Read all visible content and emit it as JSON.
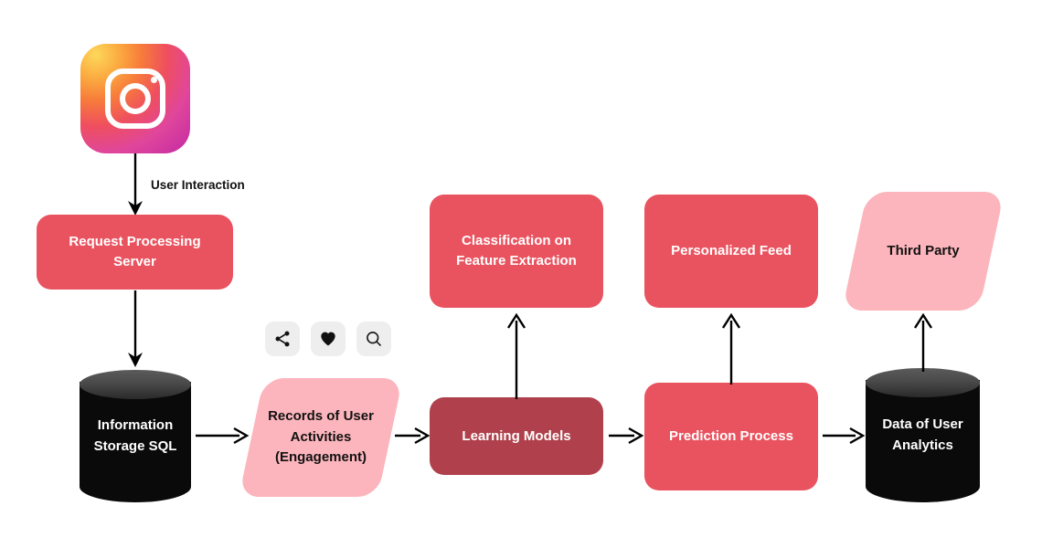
{
  "diagram": {
    "title": "Instagram recommendation data flow",
    "colors": {
      "salmon": "#e9535f",
      "maroon": "#b0414c",
      "pink": "#fcb5bc",
      "cylinder": "#0a0a0a",
      "cylinder_top": "#4a4a4a",
      "chip": "#eeeeee",
      "arrow": "#000000",
      "text_light": "#ffffff",
      "text_dark": "#111111"
    }
  },
  "source": {
    "icon": "instagram-logo-icon",
    "name": "Instagram"
  },
  "edges": {
    "user_interaction_label": "User Interaction"
  },
  "nodes": {
    "request_server": {
      "label": "Request Processing Server",
      "shape": "rounded-rect",
      "color": "#e9535f"
    },
    "information_storage": {
      "label": "Information Storage SQL",
      "shape": "cylinder",
      "color": "#0a0a0a"
    },
    "records": {
      "label": "Records of User Activities (Engagement)",
      "shape": "parallelogram",
      "color": "#fcb5bc"
    },
    "learning_models": {
      "label": "Learning Models",
      "shape": "rounded-rect",
      "color": "#b0414c"
    },
    "classification": {
      "label": "Classification on Feature Extraction",
      "shape": "rounded-rect",
      "color": "#e9535f"
    },
    "prediction": {
      "label": "Prediction Process",
      "shape": "rounded-rect",
      "color": "#e9535f"
    },
    "personalized_feed": {
      "label": "Personalized Feed",
      "shape": "rounded-rect",
      "color": "#e9535f"
    },
    "analytics": {
      "label": "Data of User Analytics",
      "shape": "cylinder",
      "color": "#0a0a0a"
    },
    "third_party": {
      "label": "Third Party",
      "shape": "parallelogram",
      "color": "#fcb5bc"
    }
  },
  "engagement_icons": [
    {
      "name": "share-icon"
    },
    {
      "name": "heart-icon"
    },
    {
      "name": "search-icon"
    }
  ]
}
